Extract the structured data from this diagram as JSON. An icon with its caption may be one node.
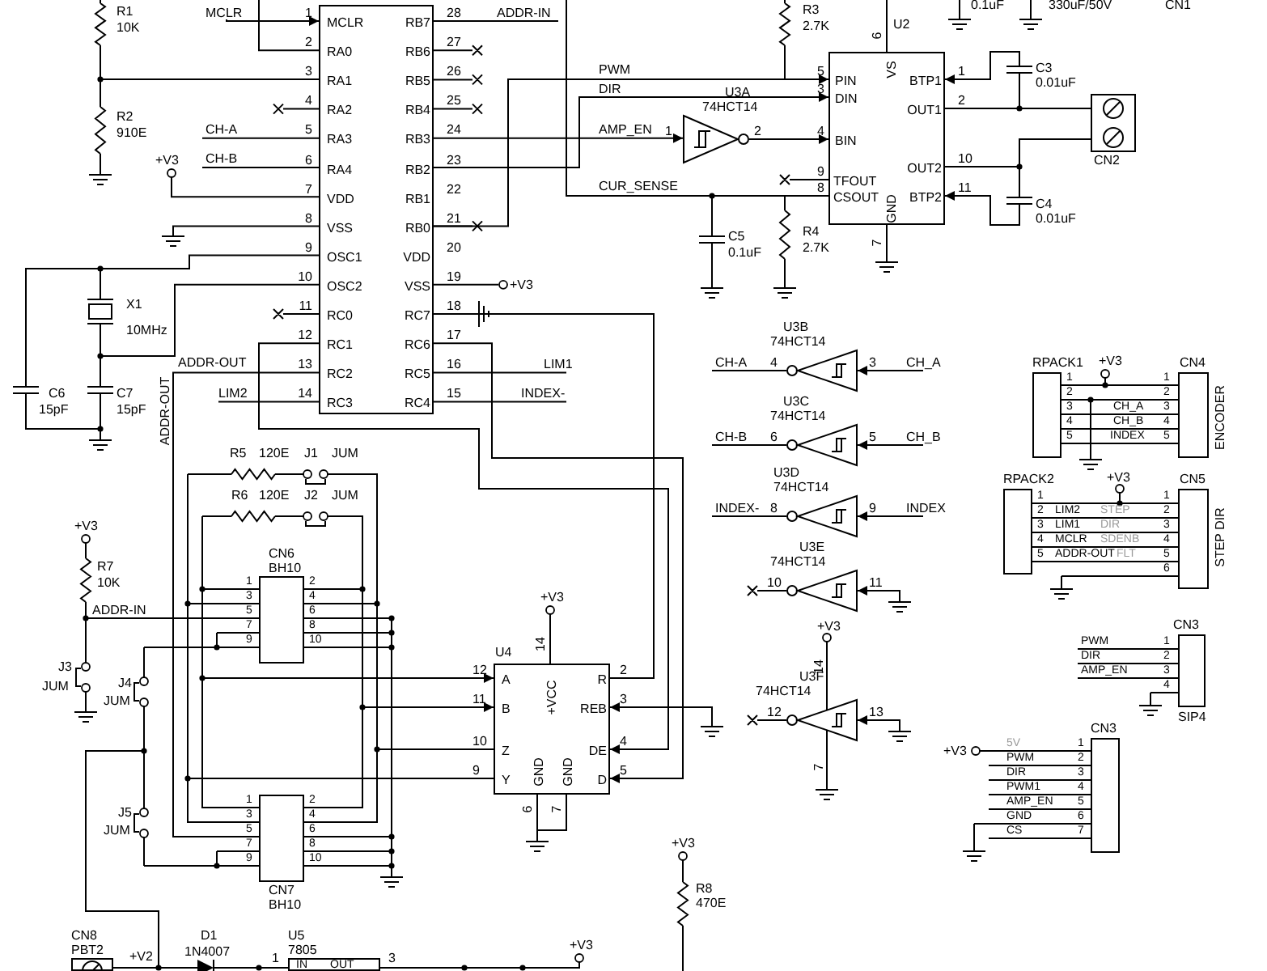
{
  "diagram": {
    "nodes": [
      {
        "text": [
          "MCLR",
          "RA0",
          "RA1",
          "RA2",
          "RA3",
          "RA4",
          "VDD",
          "VSS",
          "OSC1",
          "OSC2",
          "RC0",
          "RC1",
          "RC2",
          "RC3",
          "RB7",
          "RB6",
          "RB5",
          "RB4",
          "RB3",
          "RB2",
          "RB1",
          "RB0",
          "VDD",
          "VSS",
          "RC7",
          "RC6",
          "RC5",
          "RC4"
        ]
      },
      {
        "text": [
          "PIN",
          "DIN",
          "BIN",
          "TFOUT",
          "CSOUT",
          "VS",
          "GND",
          "BTP1",
          "OUT1",
          "OUT2",
          "BTP2"
        ],
        "beside": [
          "U2"
        ]
      },
      {
        "text": [],
        "shape": "triangle",
        "beside": [
          "U3A",
          "74HCT14"
        ]
      },
      {
        "text": [],
        "shape": "triangle",
        "beside": [
          "U3B",
          "74HCT14"
        ]
      },
      {
        "text": [],
        "shape": "triangle",
        "beside": [
          "U3C",
          "74HCT14"
        ]
      },
      {
        "text": [],
        "shape": "triangle",
        "beside": [
          "U3D",
          "74HCT14"
        ]
      },
      {
        "text": [],
        "shape": "triangle",
        "beside": [
          "U3E",
          "74HCT14"
        ]
      },
      {
        "text": [],
        "shape": "triangle",
        "beside": [
          "U3F",
          "74HCT14"
        ]
      },
      {
        "text": [],
        "shape": "box",
        "beside": [
          "CN2"
        ]
      },
      {
        "text": [],
        "shape": "box",
        "beside": [
          "RPACK1"
        ]
      },
      {
        "text": [],
        "shape": "box",
        "beside": [
          "CN4",
          "ENCODER"
        ]
      },
      {
        "text": [],
        "shape": "box",
        "beside": [
          "RPACK2"
        ]
      },
      {
        "text": [],
        "shape": "box",
        "beside": [
          "CN5",
          "STEP DIR"
        ]
      },
      {
        "text": [],
        "shape": "box",
        "beside": [
          "CN3",
          "SIP4"
        ]
      },
      {
        "text": [],
        "shape": "box",
        "beside": [
          "CN3"
        ]
      },
      {
        "text": [],
        "shape": "box",
        "beside": [
          "CN6",
          "BH10"
        ]
      },
      {
        "text": [],
        "shape": "box",
        "beside": [
          "CN7",
          "BH10"
        ]
      },
      {
        "text": [
          "A",
          "B",
          "Z",
          "Y",
          "+VCC",
          "GND",
          "GND",
          "R",
          "REB",
          "DE",
          "D"
        ],
        "beside": [
          "U4"
        ]
      },
      {
        "text": [
          "IN",
          "OUT"
        ],
        "beside": [
          "U5",
          "7805"
        ]
      },
      {
        "text": [],
        "shape": "box",
        "beside": [
          "CN8",
          "PBT2"
        ]
      },
      {
        "text": [
          "MCLR"
        ]
      },
      {
        "text": [
          "CH_A"
        ]
      },
      {
        "text": [
          "CH_B"
        ]
      },
      {
        "text": [
          "INDEX"
        ]
      }
    ],
    "edges": [
      {
        "from": 20,
        "to": 0,
        "arrow": "to"
      },
      {
        "from": 0,
        "to": 1,
        "arrow": "to",
        "label": "PWM"
      },
      {
        "from": 0,
        "to": 1,
        "arrow": "to",
        "label": "DIR"
      },
      {
        "from": 0,
        "to": 2,
        "arrow": "to",
        "label": "AMP_EN"
      },
      {
        "from": 2,
        "to": 1,
        "arrow": "to"
      },
      {
        "from": 1,
        "to": 8,
        "arrow": "none"
      },
      {
        "from": 1,
        "to": 8,
        "arrow": "none"
      },
      {
        "from": null,
        "to": 1,
        "arrow": "to"
      },
      {
        "from": null,
        "to": 1,
        "arrow": "to"
      },
      {
        "from": 0,
        "to": 17,
        "arrow": "none"
      },
      {
        "from": 0,
        "to": 17,
        "arrow": "to"
      },
      {
        "from": 0,
        "to": 17,
        "arrow": "to"
      },
      {
        "from": null,
        "to": 17,
        "arrow": "to"
      },
      {
        "from": 15,
        "to": 17,
        "arrow": "to"
      },
      {
        "from": 15,
        "to": 17,
        "arrow": "to"
      },
      {
        "from": 21,
        "to": 3,
        "arrow": "to"
      },
      {
        "from": 22,
        "to": 4,
        "arrow": "to"
      },
      {
        "from": 23,
        "to": 5,
        "arrow": "to"
      },
      {
        "from": null,
        "to": 6,
        "arrow": "to"
      },
      {
        "from": null,
        "to": 7,
        "arrow": "to"
      },
      {
        "from": 9,
        "to": 10,
        "arrow": "none"
      },
      {
        "from": 9,
        "to": 10,
        "arrow": "none"
      },
      {
        "from": 9,
        "to": 10,
        "arrow": "none"
      },
      {
        "from": 9,
        "to": 10,
        "arrow": "none"
      },
      {
        "from": 9,
        "to": 10,
        "arrow": "none"
      },
      {
        "from": 11,
        "to": 12,
        "arrow": "none"
      },
      {
        "from": 11,
        "to": 12,
        "arrow": "none"
      },
      {
        "from": 11,
        "to": 12,
        "arrow": "none"
      },
      {
        "from": 11,
        "to": 12,
        "arrow": "none"
      },
      {
        "from": 11,
        "to": 12,
        "arrow": "none"
      },
      {
        "from": 1,
        "to": null,
        "arrow": "none",
        "label": "CUR_SENSE"
      },
      {
        "from": 0,
        "to": 16,
        "arrow": "none"
      },
      {
        "from": 15,
        "to": 16,
        "arrow": "none"
      },
      {
        "from": 15,
        "to": 16,
        "arrow": "none"
      },
      {
        "from": 15,
        "to": 16,
        "arrow": "none"
      },
      {
        "from": 15,
        "to": 16,
        "arrow": "none"
      },
      {
        "from": 15,
        "to": 16,
        "arrow": "none"
      },
      {
        "from": 15,
        "to": 17,
        "arrow": "none"
      },
      {
        "from": 15,
        "to": 17,
        "arrow": "none"
      }
    ],
    "labels": [
      "R1",
      "10K",
      "R2",
      "910E",
      "CH-A",
      "+V3",
      "CH-B",
      "X1",
      "10MHz",
      "C6",
      "15pF",
      "C7",
      "15pF",
      "ADDR-OUT",
      "LIM2",
      "ADDR-OUT",
      "1",
      "2",
      "3",
      "4",
      "5",
      "6",
      "7",
      "8",
      "9",
      "10",
      "11",
      "12",
      "13",
      "14",
      "28",
      "27",
      "26",
      "25",
      "24",
      "23",
      "22",
      "21",
      "20",
      "19",
      "18",
      "17",
      "16",
      "15",
      "ADDR-IN",
      "+V3",
      "LIM1",
      "INDEX-",
      "1",
      "2",
      "5",
      "3",
      "4",
      "9",
      "8",
      "C5",
      "0.1uF",
      "R3",
      "2.7K",
      "R4",
      "2.7K",
      "6",
      "7",
      "1",
      "2",
      "10",
      "11",
      "C3",
      "0.01uF",
      "C4",
      "0.01uF",
      "0.1uF",
      "330uF/50V",
      "CN1",
      "CH-A",
      "4",
      "3",
      "CH-B",
      "6",
      "5",
      "INDEX-",
      "8",
      "9",
      "10",
      "11",
      "+V3",
      "14",
      "12",
      "13",
      "7",
      "+V3",
      "1",
      "2",
      "3",
      "4",
      "5",
      "1",
      "2",
      "3",
      "4",
      "5",
      "CH_A",
      "CH_B",
      "INDEX",
      "+V3",
      "1",
      "2",
      "3",
      "4",
      "5",
      "1",
      "2",
      "3",
      "4",
      "5",
      "6",
      "LIM2",
      "STEP",
      "LIM1",
      "DIR",
      "MCLR",
      "SDENB",
      "ADDR-OUT",
      "FLT",
      "PWM",
      "DIR",
      "AMP_EN",
      "1",
      "2",
      "3",
      "4",
      "+V3",
      "5V",
      "PWM",
      "DIR",
      "PWM1",
      "AMP_EN",
      "GND",
      "CS",
      "1",
      "2",
      "3",
      "4",
      "5",
      "6",
      "7",
      "R5",
      "120E",
      "J1",
      "JUM",
      "R6",
      "120E",
      "J2",
      "JUM",
      "+V3",
      "R7",
      "10K",
      "ADDR-IN",
      "J3",
      "JUM",
      "J4",
      "JUM",
      "J5",
      "JUM",
      "1",
      "3",
      "5",
      "7",
      "9",
      "2",
      "4",
      "6",
      "8",
      "10",
      "1",
      "3",
      "5",
      "7",
      "9",
      "2",
      "4",
      "6",
      "8",
      "10",
      "+V3",
      "14",
      "12",
      "11",
      "10",
      "9",
      "2",
      "3",
      "4",
      "5",
      "6",
      "7",
      "+V3",
      "R8",
      "470E",
      "+V3",
      "+V2",
      "D1",
      "1N4007",
      "1",
      "3"
    ]
  }
}
